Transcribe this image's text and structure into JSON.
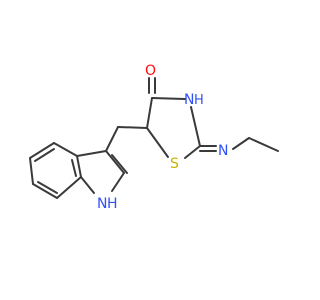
{
  "atoms": {
    "oxygen": "O",
    "ring_nh": "H",
    "ring_n": "N",
    "sulfur": "S",
    "imine_n": "N",
    "indole_n": "N",
    "indole_h": "H"
  },
  "colors": {
    "bond": "#3a3a3a",
    "oxygen": "#ff0d0d",
    "nitrogen": "#3050f8",
    "sulfur": "#c8b400"
  }
}
